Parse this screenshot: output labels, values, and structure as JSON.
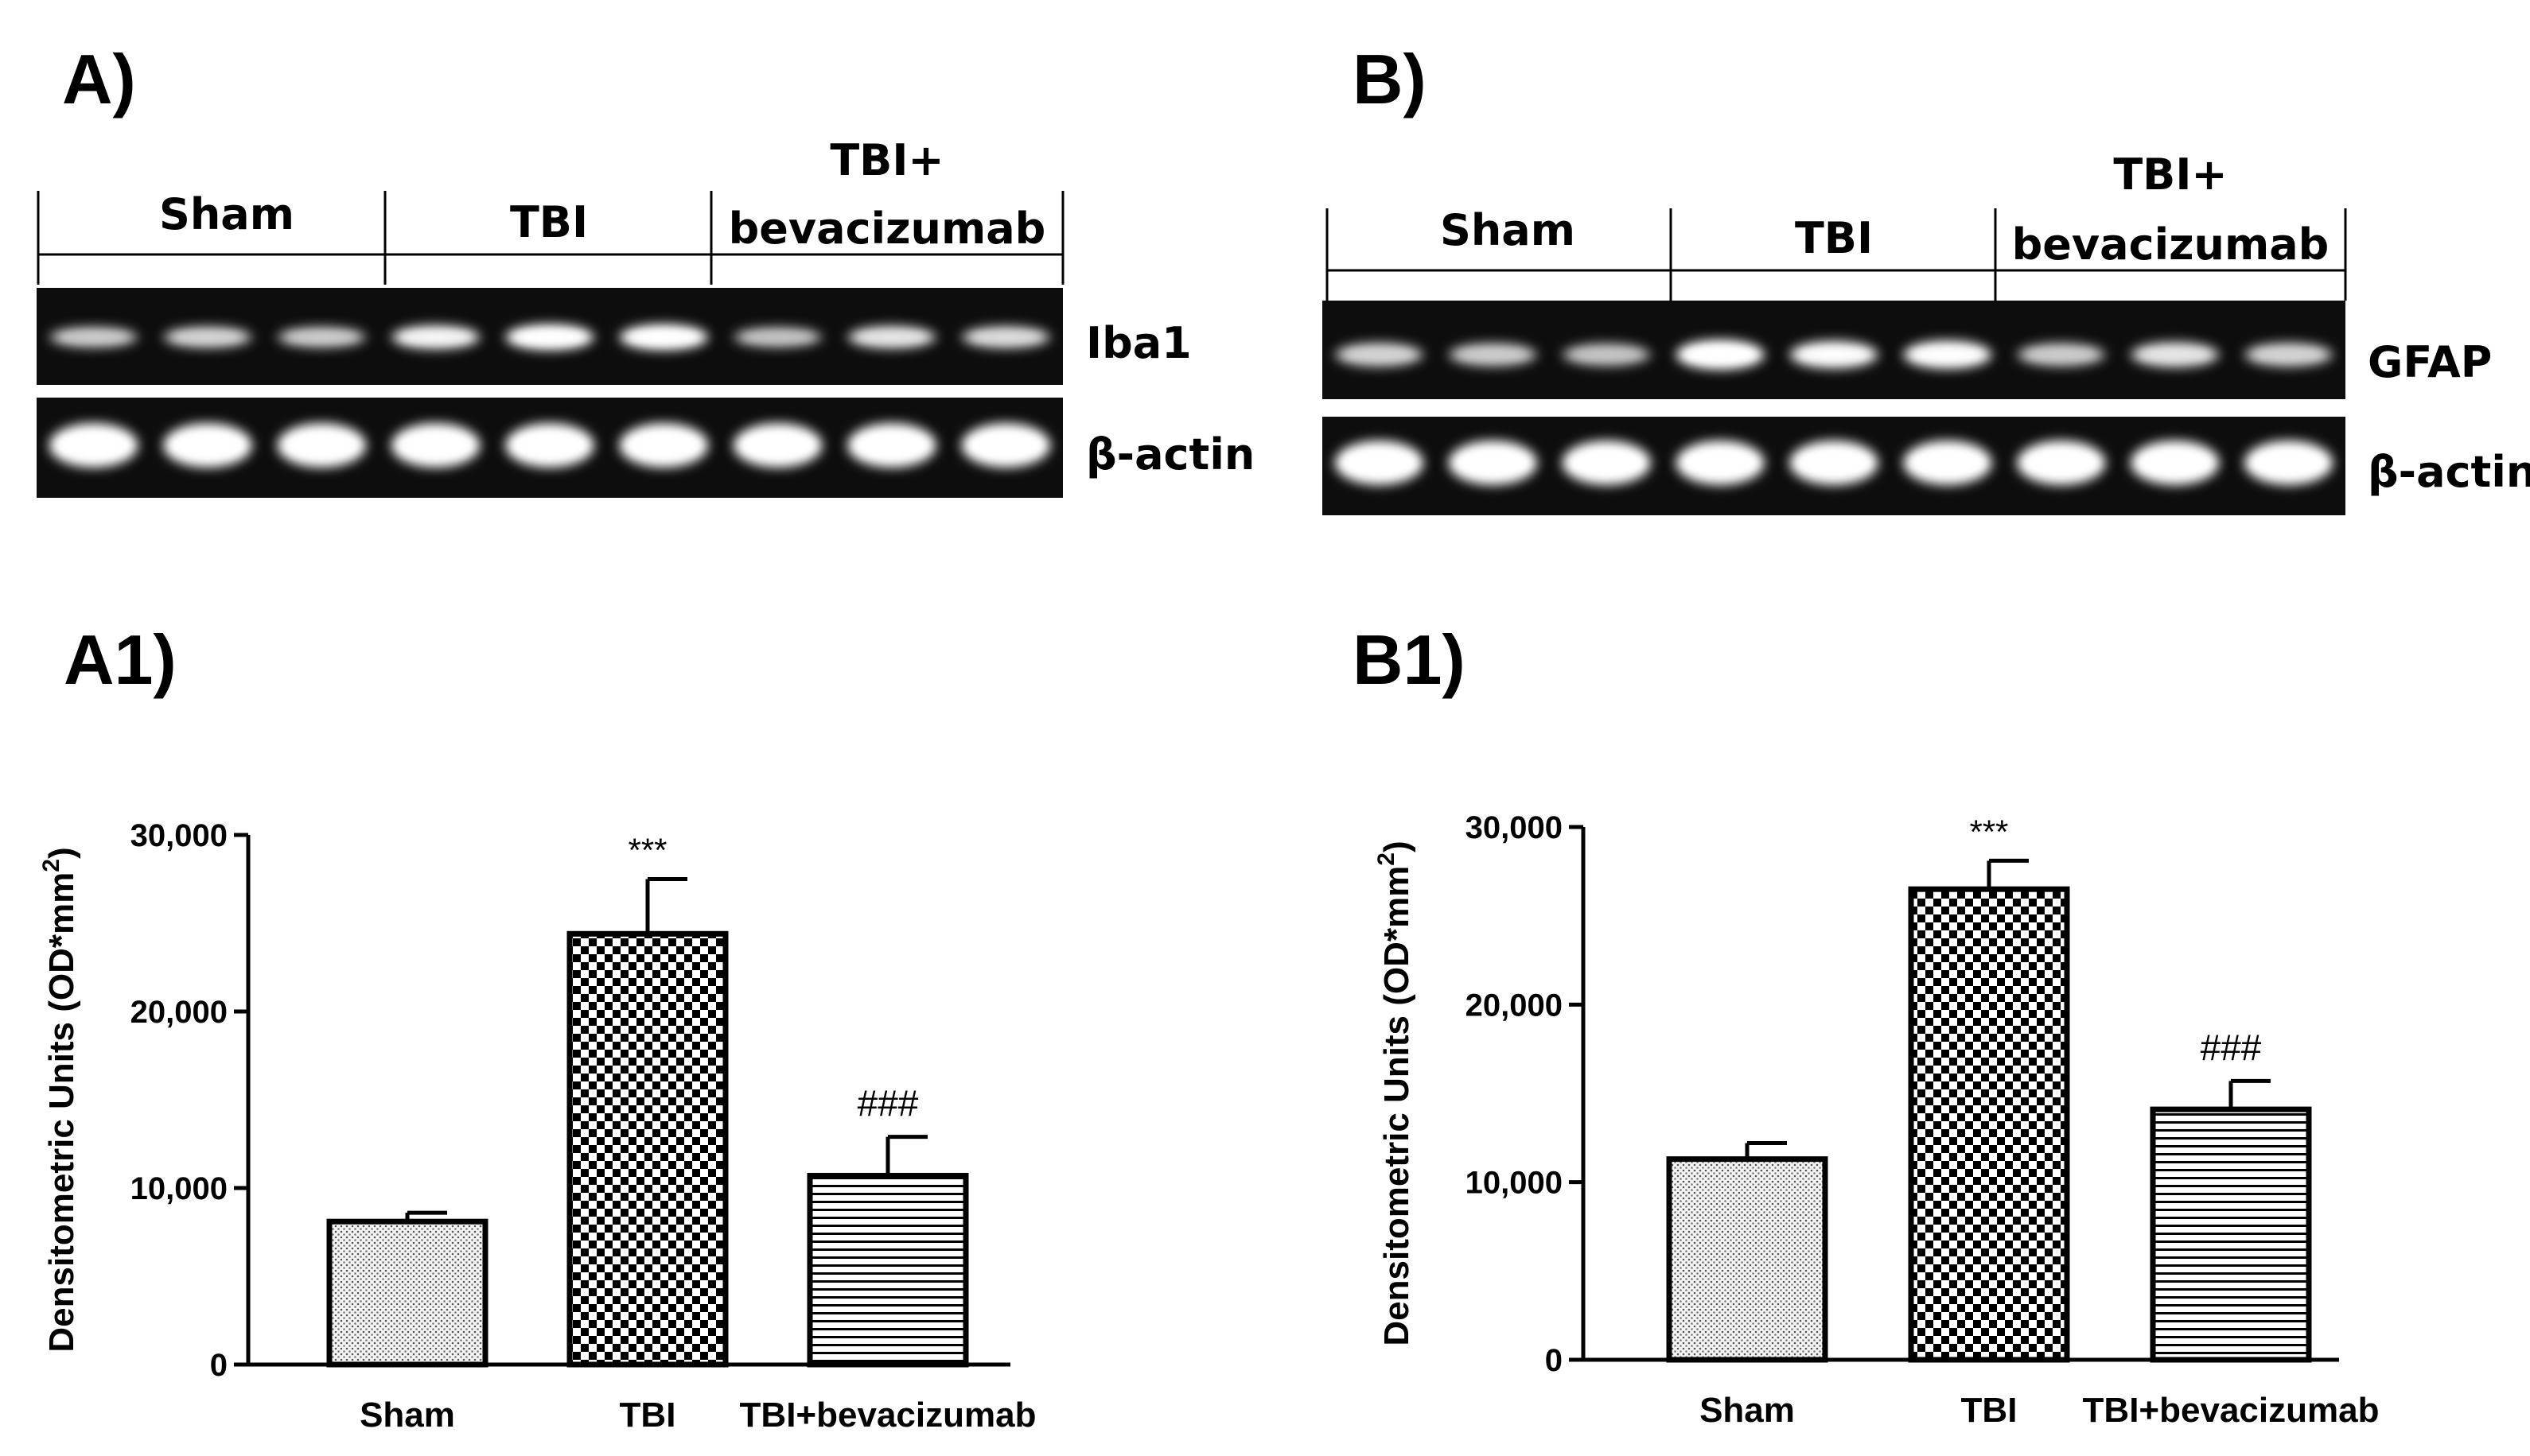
{
  "panels": {
    "a": {
      "label": "A)",
      "groups": [
        "Sham",
        "TBI",
        "TBI+",
        "bevacizumab"
      ],
      "markers": [
        "Iba1",
        "β-actin"
      ],
      "iba1_intensity": [
        0.55,
        0.6,
        0.55,
        0.8,
        0.95,
        0.95,
        0.5,
        0.7,
        0.65
      ]
    },
    "b": {
      "label": "B)",
      "groups": [
        "Sham",
        "TBI",
        "TBI+",
        "bevacizumab"
      ],
      "markers": [
        "GFAP",
        "β-actin"
      ],
      "gfap_intensity": [
        0.6,
        0.55,
        0.5,
        1.0,
        0.85,
        0.9,
        0.55,
        0.7,
        0.6
      ]
    }
  },
  "chart_data": [
    {
      "panel_label": "A1)",
      "type": "bar",
      "categories": [
        "Sham",
        "TBI",
        "TBI+bevacizumab"
      ],
      "values": [
        8100,
        24400,
        10700
      ],
      "errors": [
        500,
        3100,
        2200
      ],
      "significance": [
        "",
        "***",
        "###"
      ],
      "ylabel": "Densitometric Units (OD*mm",
      "ylabel_sup": "2",
      "ylabel_close": ")",
      "ylim": [
        0,
        30000
      ],
      "yticks": [
        0,
        10000,
        20000,
        30000
      ],
      "ytick_labels": [
        "0",
        "10,000",
        "20,000",
        "30,000"
      ],
      "patterns": [
        "dots",
        "checker",
        "hlines"
      ]
    },
    {
      "panel_label": "B1)",
      "type": "bar",
      "categories": [
        "Sham",
        "TBI",
        "TBI+bevacizumab"
      ],
      "values": [
        11300,
        26500,
        14100
      ],
      "errors": [
        900,
        1600,
        1600
      ],
      "significance": [
        "",
        "***",
        "###"
      ],
      "ylabel": "Densitometric Units (OD*mm",
      "ylabel_sup": "2",
      "ylabel_close": ")",
      "ylim": [
        0,
        30000
      ],
      "yticks": [
        0,
        10000,
        20000,
        30000
      ],
      "ytick_labels": [
        "0",
        "10,000",
        "20,000",
        "30,000"
      ],
      "patterns": [
        "dots",
        "checker",
        "hlines"
      ]
    }
  ]
}
